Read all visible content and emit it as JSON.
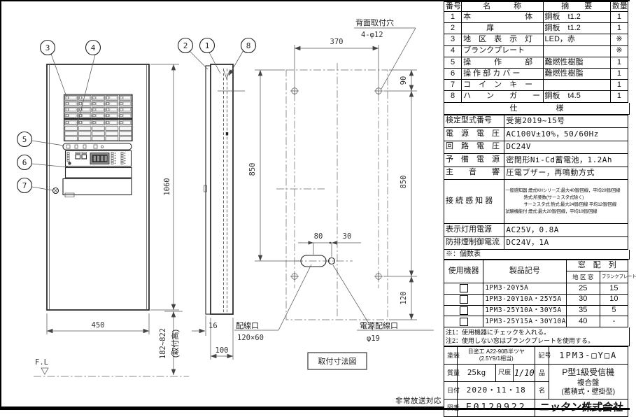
{
  "parts_table": {
    "headers": [
      "番号",
      "名　　　称",
      "摘　　要",
      "数量"
    ],
    "rows": [
      {
        "no": "1",
        "name": "本　　　　　　　体",
        "spec": "鋼板　t1.2",
        "qty": "1"
      },
      {
        "no": "2",
        "name": "　　　扉",
        "spec": "鋼板　t1.2",
        "qty": "1"
      },
      {
        "no": "3",
        "name": "地　区　表　示　灯",
        "spec": "LED，赤",
        "qty": "※"
      },
      {
        "no": "4",
        "name": "ブランクプレート",
        "spec": "",
        "qty": "※"
      },
      {
        "no": "5",
        "name": "操　　　作　　　部",
        "spec": "難燃性樹脂",
        "qty": "1"
      },
      {
        "no": "6",
        "name": "操 作 部 カ バ ー",
        "spec": "難燃性樹脂",
        "qty": "1"
      },
      {
        "no": "7",
        "name": "コ　イ　ン　キ　ー",
        "spec": "",
        "qty": "1"
      },
      {
        "no": "8",
        "name": "ハ　　ン　　ガ　　ー",
        "spec": "鋼板　t4.5",
        "qty": "1"
      }
    ]
  },
  "spec_table": {
    "title": "仕　　　　　様",
    "rows": [
      {
        "label": "検定型式番号",
        "value": "受第2019~15号"
      },
      {
        "label": "電　源　電　圧",
        "value": "AC100V±10%，50/60Hz"
      },
      {
        "label": "回　路　電　圧",
        "value": "DC24V"
      },
      {
        "label": "予　備　電　源",
        "value": "密閉形Ni-Cd蓄電池，1.2Ah"
      },
      {
        "label": "主　　音　　響",
        "value": "圧電ブザー，再鳴動方式"
      }
    ],
    "sensor_row": {
      "label": "接 続 感 知 器",
      "lines": [
        "一般感知器 煙式KHシリーズ:最大40個/回線，平均20個/回線",
        "熱式:所要数(サーミスタ式除く)",
        "サーミスタ式 熱式:最大24個/回線 平均12個/回線",
        "試験機能付 煙式:最大20個/回線，平均10個/回線"
      ]
    },
    "rows2": [
      {
        "label": "表示灯用電源",
        "value": "AC25V，0.8A"
      },
      {
        "label": "防排煙制御電流",
        "value": "DC24V，1A"
      }
    ],
    "note": "※：個数表"
  },
  "window_table": {
    "col_device": "使用機器",
    "col_code": "製品記号",
    "col_windows": "窓　配　列",
    "col_zone": "地 区 窓",
    "col_blank": "ブランクプレート",
    "rows": [
      {
        "code": "1PM3-20Y5A",
        "zone": "25",
        "blank": "15"
      },
      {
        "code": "1PM3-20Y10A・25Y5A",
        "zone": "30",
        "blank": "10"
      },
      {
        "code": "1PM3-25Y10A・30Y5A",
        "zone": "35",
        "blank": "5"
      },
      {
        "code": "1PM3-25Y15A・30Y10A",
        "zone": "40",
        "blank": "-"
      }
    ],
    "notes": [
      "注1：使用機器にチェックを入れる。",
      "注2：使用しない窓はブランクプレートを使用する。"
    ]
  },
  "title_block": {
    "paint_label": "塗装",
    "paint_value_1": "日塗工 A22-90B半ツヤ",
    "paint_value_2": "(2.5Y9/1相当)",
    "code_label": "記号",
    "code_value": "1PM3-□Y□A",
    "mass_label": "質量",
    "mass_value": "25kg",
    "scale_label": "尺度",
    "scale_value": "1/10",
    "name_label_1": "品",
    "name_label_2": "名",
    "product_line_1": "P型1級受信機",
    "product_line_2": "複合盤",
    "product_line_3": "(蓄積式・壁掛型)",
    "date_label": "日付",
    "date_value": "2020・11・18",
    "dwg_label": "図番",
    "dwg_value": "E0120922",
    "company": "ニッタン株式会社"
  },
  "drawing": {
    "emergency_note": "非常放送対応",
    "balloons": {
      "b1": "1",
      "b2": "2",
      "b3": "3",
      "b4": "4",
      "b5": "5",
      "b6": "6",
      "b7": "7",
      "b8": "8"
    },
    "dims": {
      "front_width": "450",
      "front_height": "1060",
      "mount_height": "182~822",
      "mount_height_note": "(取付高)",
      "door_offset": "16",
      "depth": "100",
      "rear_hole_span": "370",
      "rear_top": "90",
      "rear_side": "850",
      "rear_left": "850",
      "rear_bottom": "120",
      "wiring_offset": "80",
      "power_offset": "30"
    },
    "labels": {
      "rear_holes_title": "背面取付穴",
      "rear_holes_size": "4-φ12",
      "wiring_title": "配線口",
      "wiring_size": "120×60",
      "power_title": "電源配線口",
      "power_size": "φ19",
      "view_caption": "取付寸法図",
      "floor_level": "F.L"
    }
  }
}
